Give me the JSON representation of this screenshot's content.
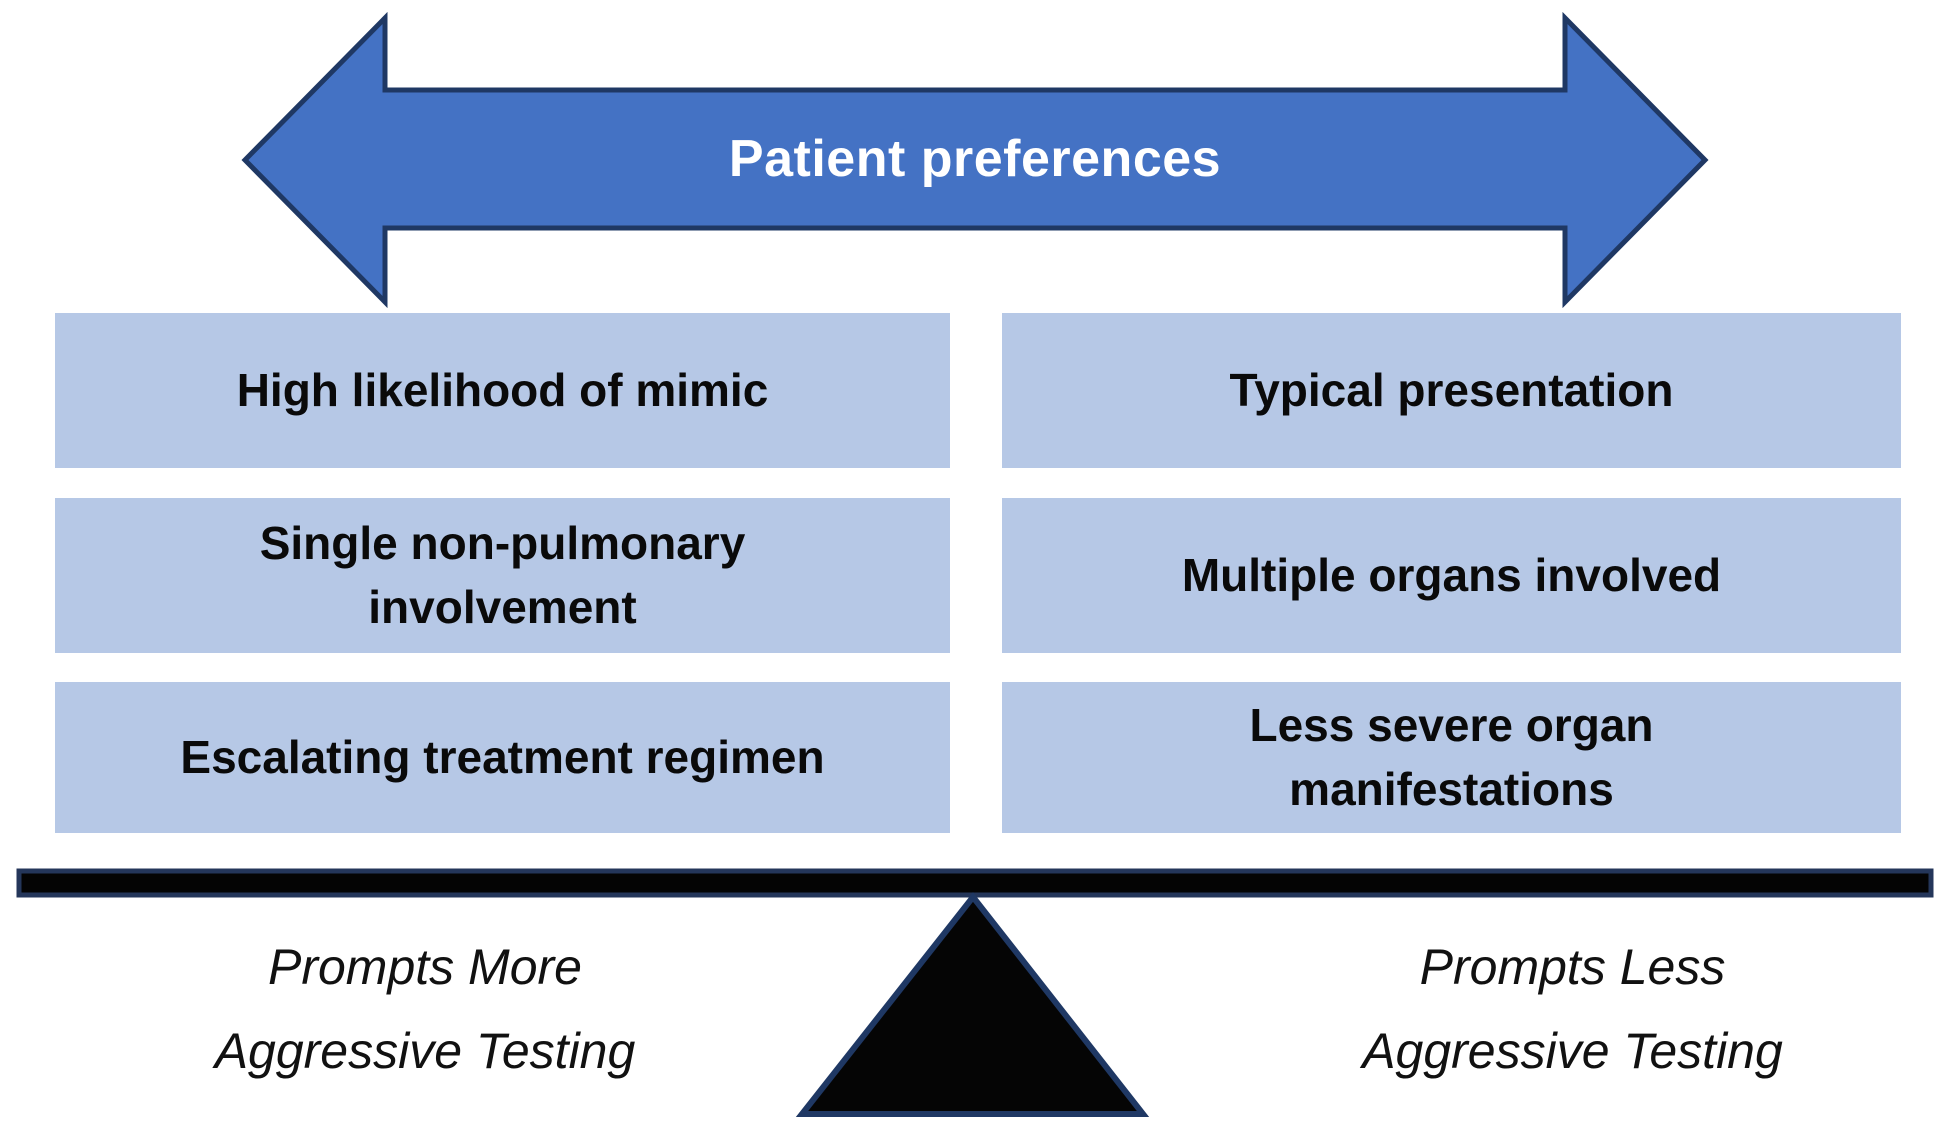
{
  "banner": {
    "label": "Patient preferences"
  },
  "left_column": {
    "boxes": [
      {
        "label": "High likelihood of mimic"
      },
      {
        "label": "Single non-pulmonary\ninvolvement"
      },
      {
        "label": "Escalating treatment regimen"
      }
    ],
    "footer_label": "Prompts More\nAggressive Testing"
  },
  "right_column": {
    "boxes": [
      {
        "label": "Typical presentation"
      },
      {
        "label": "Multiple organs involved"
      },
      {
        "label": "Less severe organ\nmanifestations"
      }
    ],
    "footer_label": "Prompts Less\nAggressive Testing"
  },
  "colors": {
    "arrow_fill": "#4472C4",
    "arrow_border": "#1F3864",
    "box_fill": "#B6C8E6",
    "beam_fill": "#000000",
    "beam_border": "#24365A",
    "triangle_fill": "#000000",
    "triangle_border": "#1F3864",
    "banner_text": "#FFFFFF",
    "box_text": "#0A0A0A"
  }
}
